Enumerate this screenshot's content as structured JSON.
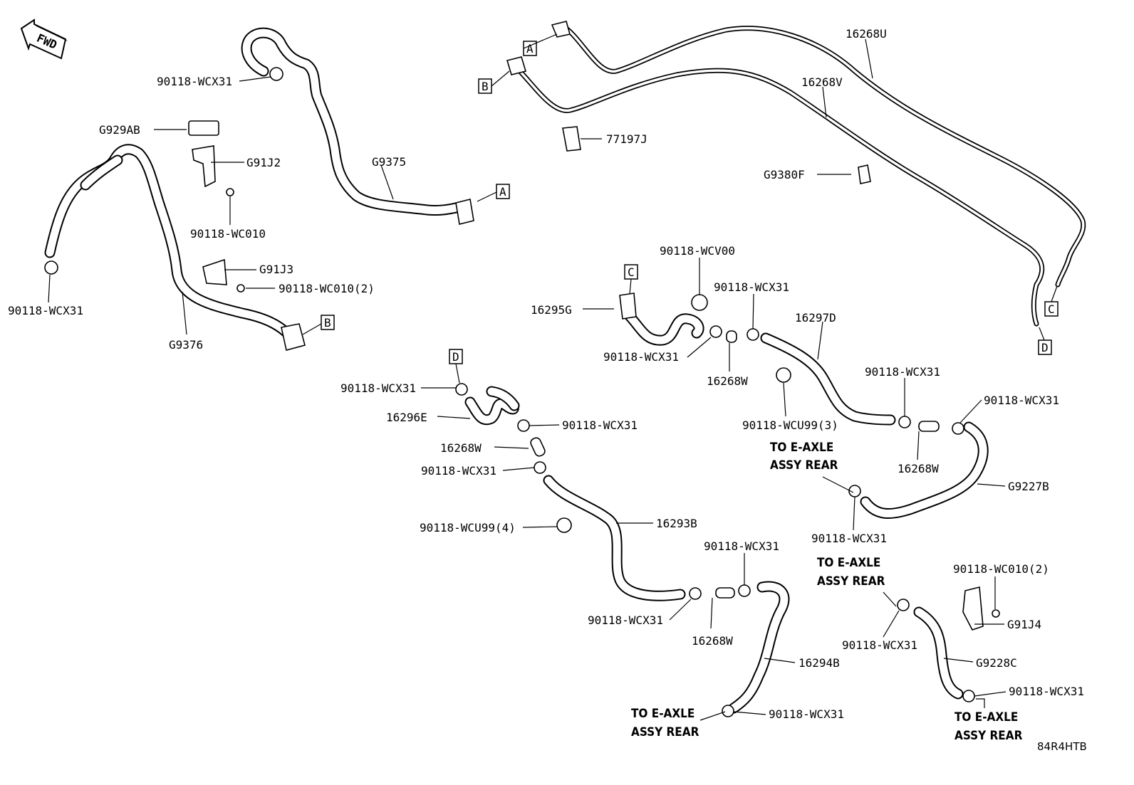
{
  "fwd_label": "FWD",
  "diagram_code": "84R4HTB",
  "part_labels": [
    {
      "id": "l_wcx31_a",
      "text": "90118-WCX31"
    },
    {
      "id": "l_g929ab",
      "text": "G929AB"
    },
    {
      "id": "l_g91j2",
      "text": "G91J2"
    },
    {
      "id": "l_wc010_a",
      "text": "90118-WC010"
    },
    {
      "id": "l_g9375",
      "text": "G9375"
    },
    {
      "id": "l_wcx31_b",
      "text": "90118-WCX31"
    },
    {
      "id": "l_g91j3",
      "text": "G91J3"
    },
    {
      "id": "l_wc010_2a",
      "text": "90118-WC010(2)"
    },
    {
      "id": "l_g9376",
      "text": "G9376"
    },
    {
      "id": "l_16268u",
      "text": "16268U"
    },
    {
      "id": "l_16268v",
      "text": "16268V"
    },
    {
      "id": "l_77197j",
      "text": "77197J"
    },
    {
      "id": "l_g9380f",
      "text": "G9380F"
    },
    {
      "id": "l_wcv00",
      "text": "90118-WCV00"
    },
    {
      "id": "l_16295g",
      "text": "16295G"
    },
    {
      "id": "l_wcx31_c",
      "text": "90118-WCX31"
    },
    {
      "id": "l_16297d",
      "text": "16297D"
    },
    {
      "id": "l_wcx31_d",
      "text": "90118-WCX31"
    },
    {
      "id": "l_16268w_a",
      "text": "16268W"
    },
    {
      "id": "l_wcx31_e",
      "text": "90118-WCX31"
    },
    {
      "id": "l_wcx31_f",
      "text": "90118-WCX31"
    },
    {
      "id": "l_wcu99_3",
      "text": "90118-WCU99(3)"
    },
    {
      "id": "l_16268w_b",
      "text": "16268W"
    },
    {
      "id": "l_g9227b",
      "text": "G9227B"
    },
    {
      "id": "l_wcx31_g",
      "text": "90118-WCX31"
    },
    {
      "id": "l_wcx31_h",
      "text": "90118-WCX31"
    },
    {
      "id": "l_16296e",
      "text": "16296E"
    },
    {
      "id": "l_wcx31_i",
      "text": "90118-WCX31"
    },
    {
      "id": "l_16268w_c",
      "text": "16268W"
    },
    {
      "id": "l_wcx31_j",
      "text": "90118-WCX31"
    },
    {
      "id": "l_wcu99_4",
      "text": "90118-WCU99(4)"
    },
    {
      "id": "l_16293b",
      "text": "16293B"
    },
    {
      "id": "l_wcx31_k",
      "text": "90118-WCX31"
    },
    {
      "id": "l_wcx31_l",
      "text": "90118-WCX31"
    },
    {
      "id": "l_16268w_d",
      "text": "16268W"
    },
    {
      "id": "l_16294b",
      "text": "16294B"
    },
    {
      "id": "l_wcx31_m",
      "text": "90118-WCX31"
    },
    {
      "id": "l_wc010_2b",
      "text": "90118-WC010(2)"
    },
    {
      "id": "l_g91j4",
      "text": "G91J4"
    },
    {
      "id": "l_wcx31_n",
      "text": "90118-WCX31"
    },
    {
      "id": "l_g9228c",
      "text": "G9228C"
    },
    {
      "id": "l_wcx31_o",
      "text": "90118-WCX31"
    }
  ],
  "notes": [
    {
      "id": "n1",
      "line1": "TO E-AXLE",
      "line2": "ASSY REAR"
    },
    {
      "id": "n2",
      "line1": "TO E-AXLE",
      "line2": "ASSY REAR"
    },
    {
      "id": "n3",
      "line1": "TO E-AXLE",
      "line2": "ASSY REAR"
    },
    {
      "id": "n4",
      "line1": "TO E-AXLE",
      "line2": "ASSY REAR"
    }
  ],
  "connectors": [
    {
      "id": "c_a1",
      "text": "A"
    },
    {
      "id": "c_a2",
      "text": "A"
    },
    {
      "id": "c_b1",
      "text": "B"
    },
    {
      "id": "c_b2",
      "text": "B"
    },
    {
      "id": "c_c1",
      "text": "C"
    },
    {
      "id": "c_c2",
      "text": "C"
    },
    {
      "id": "c_d1",
      "text": "D"
    },
    {
      "id": "c_d2",
      "text": "D"
    }
  ]
}
